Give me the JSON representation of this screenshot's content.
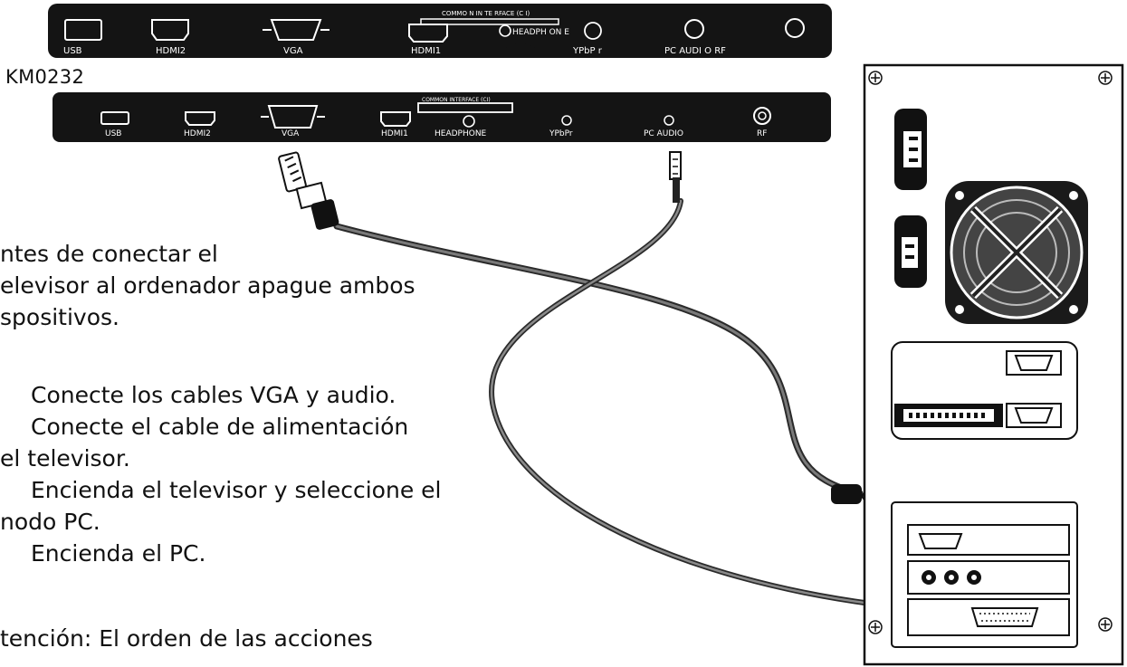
{
  "panel_top": {
    "ports": [
      "USB",
      "HDMI2",
      "VGA",
      "HDMI1",
      "HEADPH ON E",
      "YPbP r",
      "PC AUDI O RF"
    ],
    "ci_label": "COMMO N IN TE RFACE (C I)"
  },
  "model": "KM0232",
  "panel_bottom": {
    "ports": [
      "USB",
      "HDMI2",
      "VGA",
      "HDMI1",
      "HEADPHONE",
      "YPbPr",
      "PC AUDIO",
      "RF"
    ],
    "ci_label": "COMMON INTERFACE (CI)"
  },
  "instructions": {
    "intro": [
      "ntes de conectar el",
      "elevisor al ordenador apague ambos",
      "spositivos."
    ],
    "steps": [
      "Conecte los cables VGA y audio.",
      "Conecte el cable de alimentación",
      "el televisor.",
      "Encienda el televisor y seleccione el",
      "nodo PC.",
      "Encienda el PC."
    ],
    "note": "tención: El orden de las acciones"
  },
  "colors": {
    "panel": "#141414",
    "ink": "#111111",
    "cable": "#555555"
  }
}
